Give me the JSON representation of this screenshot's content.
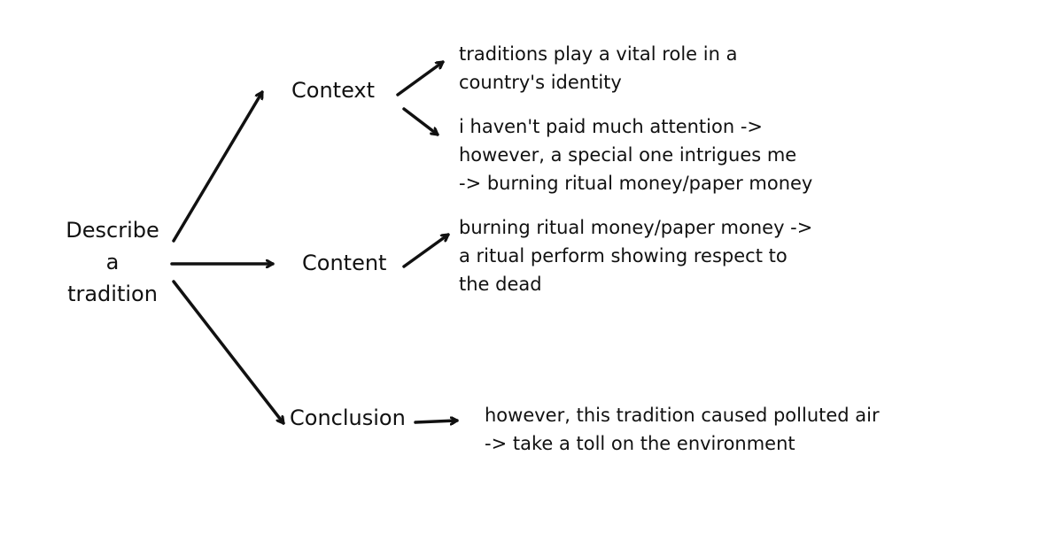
{
  "root": {
    "lines": [
      "Describe",
      "a",
      "tradition"
    ]
  },
  "branches": {
    "context": {
      "label": "Context",
      "notes": [
        [
          "traditions play a vital role in a",
          "country's identity"
        ],
        [
          "i haven't paid much attention ->",
          "however, a special one intrigues me",
          "-> burning ritual money/paper money"
        ]
      ]
    },
    "content": {
      "label": "Content",
      "notes": [
        [
          "burning ritual money/paper money ->",
          "a ritual perform showing respect to",
          "the dead"
        ]
      ]
    },
    "conclusion": {
      "label": "Conclusion",
      "notes": [
        [
          "however, this tradition caused polluted air",
          "-> take a toll on the environment"
        ]
      ]
    }
  },
  "colors": {
    "ink": "#111111",
    "background": "#ffffff"
  }
}
